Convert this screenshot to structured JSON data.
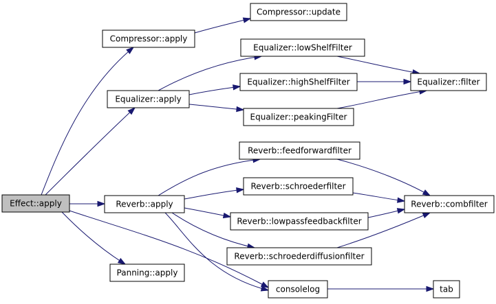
{
  "graph": {
    "colors": {
      "edge": "#191970",
      "node_fill": "#ffffff",
      "root_fill": "#bfbfbf",
      "border": "#000000"
    },
    "nodes": [
      {
        "id": "effect_apply",
        "label": "Effect::apply",
        "root": true
      },
      {
        "id": "compressor_apply",
        "label": "Compressor::apply"
      },
      {
        "id": "compressor_update",
        "label": "Compressor::update"
      },
      {
        "id": "equalizer_apply",
        "label": "Equalizer::apply"
      },
      {
        "id": "eq_low",
        "label": "Equalizer::lowShelfFilter"
      },
      {
        "id": "eq_high",
        "label": "Equalizer::highShelfFilter"
      },
      {
        "id": "eq_peak",
        "label": "Equalizer::peakingFilter"
      },
      {
        "id": "eq_filter",
        "label": "Equalizer::filter"
      },
      {
        "id": "reverb_apply",
        "label": "Reverb::apply"
      },
      {
        "id": "rv_ff",
        "label": "Reverb::feedforwardfilter"
      },
      {
        "id": "rv_sch",
        "label": "Reverb::schroederfilter"
      },
      {
        "id": "rv_lp",
        "label": "Reverb::lowpassfeedbackfilter"
      },
      {
        "id": "rv_sd",
        "label": "Reverb::schroederdiffusionfilter"
      },
      {
        "id": "rv_comb",
        "label": "Reverb::combfilter"
      },
      {
        "id": "panning_apply",
        "label": "Panning::apply"
      },
      {
        "id": "consolelog",
        "label": "consolelog"
      },
      {
        "id": "tab",
        "label": "tab"
      }
    ],
    "edges": [
      [
        "effect_apply",
        "compressor_apply"
      ],
      [
        "effect_apply",
        "equalizer_apply"
      ],
      [
        "effect_apply",
        "reverb_apply"
      ],
      [
        "effect_apply",
        "panning_apply"
      ],
      [
        "effect_apply",
        "consolelog"
      ],
      [
        "compressor_apply",
        "compressor_update"
      ],
      [
        "equalizer_apply",
        "eq_low"
      ],
      [
        "equalizer_apply",
        "eq_high"
      ],
      [
        "equalizer_apply",
        "eq_peak"
      ],
      [
        "eq_low",
        "eq_filter"
      ],
      [
        "eq_high",
        "eq_filter"
      ],
      [
        "eq_peak",
        "eq_filter"
      ],
      [
        "reverb_apply",
        "rv_ff"
      ],
      [
        "reverb_apply",
        "rv_sch"
      ],
      [
        "reverb_apply",
        "rv_lp"
      ],
      [
        "reverb_apply",
        "rv_sd"
      ],
      [
        "reverb_apply",
        "consolelog"
      ],
      [
        "rv_ff",
        "rv_comb"
      ],
      [
        "rv_sch",
        "rv_comb"
      ],
      [
        "rv_lp",
        "rv_comb"
      ],
      [
        "rv_sd",
        "rv_comb"
      ],
      [
        "consolelog",
        "tab"
      ]
    ]
  }
}
